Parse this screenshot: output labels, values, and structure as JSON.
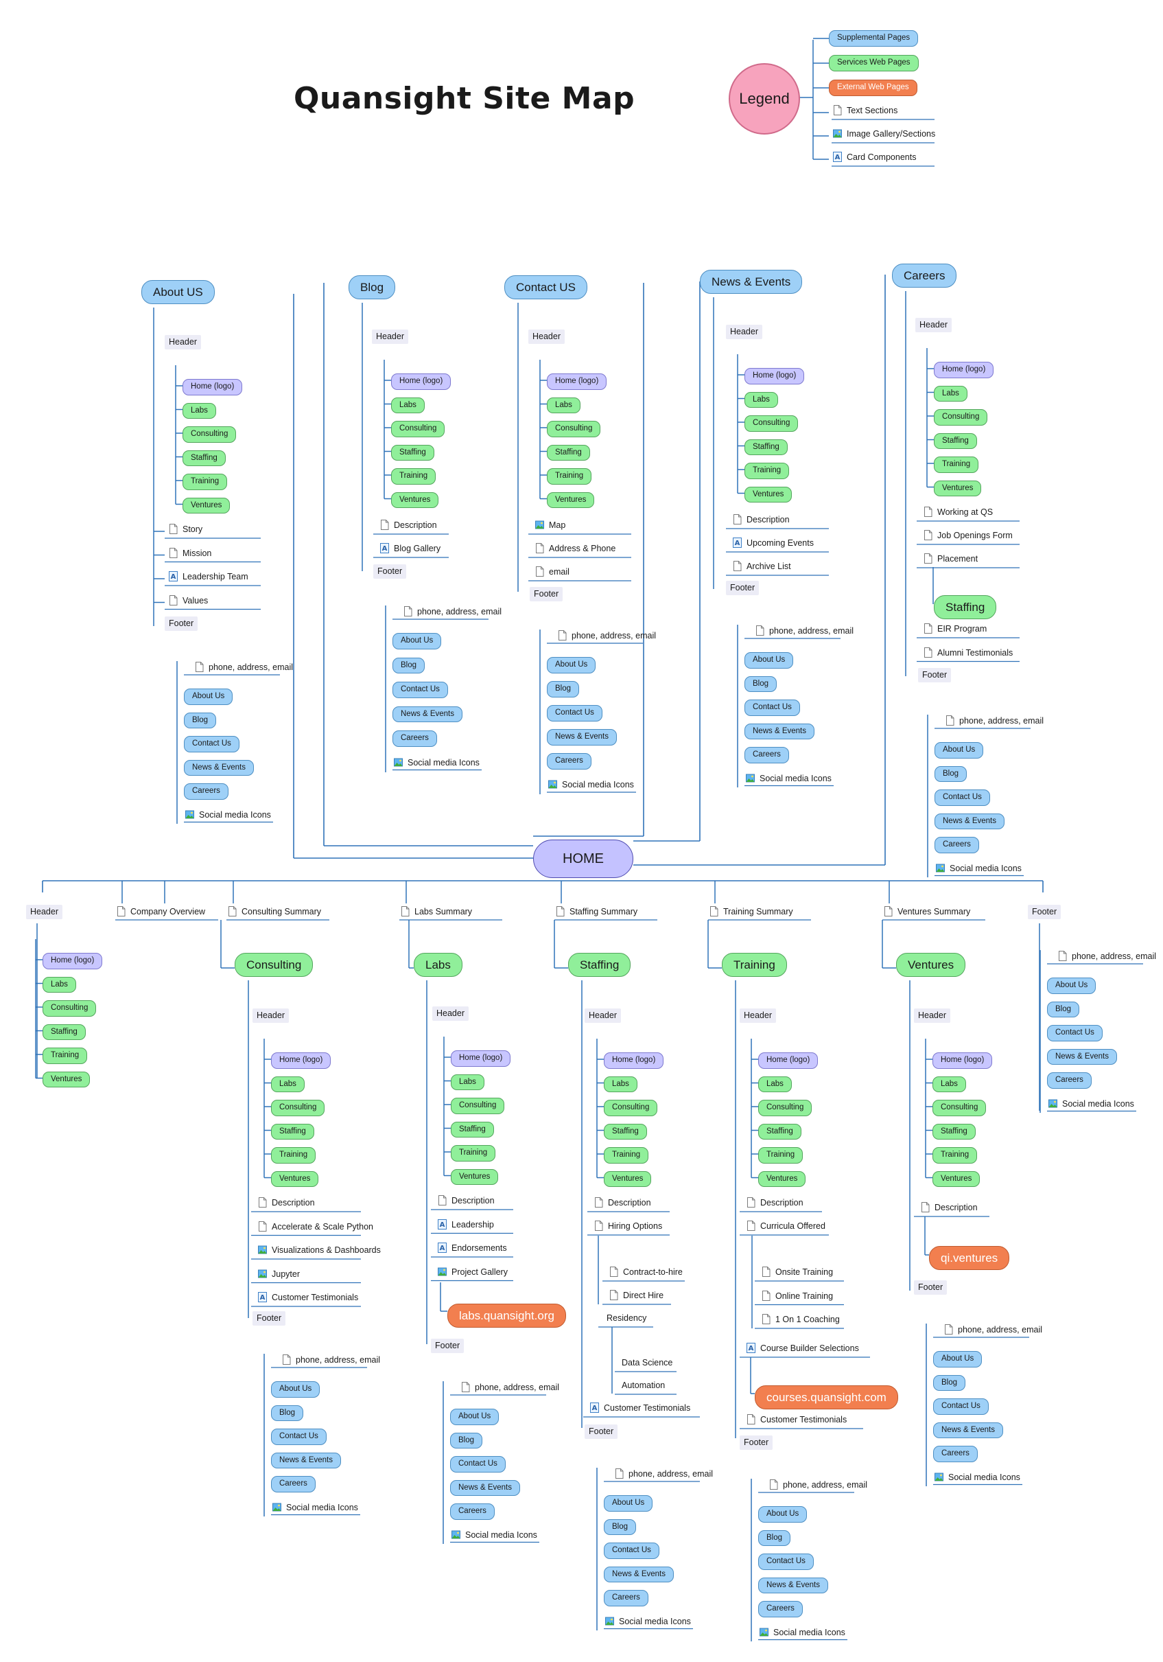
{
  "title": "Quansight Site Map",
  "legend": {
    "label": "Legend",
    "items": [
      {
        "label": "Supplemental Pages",
        "style": "blue"
      },
      {
        "label": "Services Web Pages",
        "style": "green"
      },
      {
        "label": "External Web Pages",
        "style": "orange"
      },
      {
        "label": "Text Sections",
        "icon": "page-icon"
      },
      {
        "label": "Image Gallery/Sections",
        "icon": "image-icon"
      },
      {
        "label": "Card Components",
        "icon": "card-icon"
      }
    ]
  },
  "home": "HOME",
  "labels": {
    "header": "Header",
    "footer": "Footer",
    "home_logo": "Home (logo)",
    "labs": "Labs",
    "consulting": "Consulting",
    "staffing": "Staffing",
    "training": "Training",
    "ventures": "Ventures",
    "contact_line": "phone, address, email",
    "about_us": "About Us",
    "blog": "Blog",
    "contact_us": "Contact Us",
    "news_events": "News & Events",
    "careers": "Careers",
    "social": "Social media Icons",
    "description": "Description"
  },
  "top_pages": {
    "about": {
      "title": "About US",
      "items": [
        "Story",
        "Mission",
        "Leadership Team",
        "Values"
      ]
    },
    "blog": {
      "title": "Blog",
      "items": [
        "Description",
        "Blog Gallery"
      ]
    },
    "contact": {
      "title": "Contact US",
      "items": [
        "Map",
        "Address & Phone",
        "email"
      ]
    },
    "news": {
      "title": "News & Events",
      "items": [
        "Description",
        "Upcoming Events",
        "Archive List"
      ]
    },
    "careers": {
      "title": "Careers",
      "items": [
        "Working at QS",
        "Job Openings Form",
        "Placement",
        "Staffing",
        "EIR Program",
        "Alumni Testimonials"
      ]
    }
  },
  "home_sections": {
    "company_overview": "Company Overview",
    "consulting_summary": "Consulting Summary",
    "labs_summary": "Labs Summary",
    "staffing_summary": "Staffing Summary",
    "training_summary": "Training Summary",
    "ventures_summary": "Ventures Summary"
  },
  "services": {
    "consulting": {
      "title": "Consulting",
      "items": [
        "Description",
        "Accelerate & Scale Python",
        "Visualizations & Dashboards",
        "Jupyter",
        "Customer Testimonials"
      ]
    },
    "labs": {
      "title": "Labs",
      "items": [
        "Description",
        "Leadership",
        "Endorsements",
        "Project Gallery"
      ],
      "external": "labs.quansight.org"
    },
    "staffing": {
      "title": "Staffing",
      "items": [
        "Description",
        "Hiring Options",
        "Contract-to-hire",
        "Direct Hire",
        "Residency",
        "Data Science",
        "Automation",
        "Customer Testimonials"
      ]
    },
    "training": {
      "title": "Training",
      "items": [
        "Description",
        "Curricula Offered",
        "Onsite Training",
        "Online Training",
        "1 On 1 Coaching",
        "Course Builder Selections",
        "Customer Testimonials"
      ],
      "external": "courses.quansight.com"
    },
    "ventures": {
      "title": "Ventures",
      "items": [
        "Description"
      ],
      "external": "qi.ventures"
    }
  }
}
